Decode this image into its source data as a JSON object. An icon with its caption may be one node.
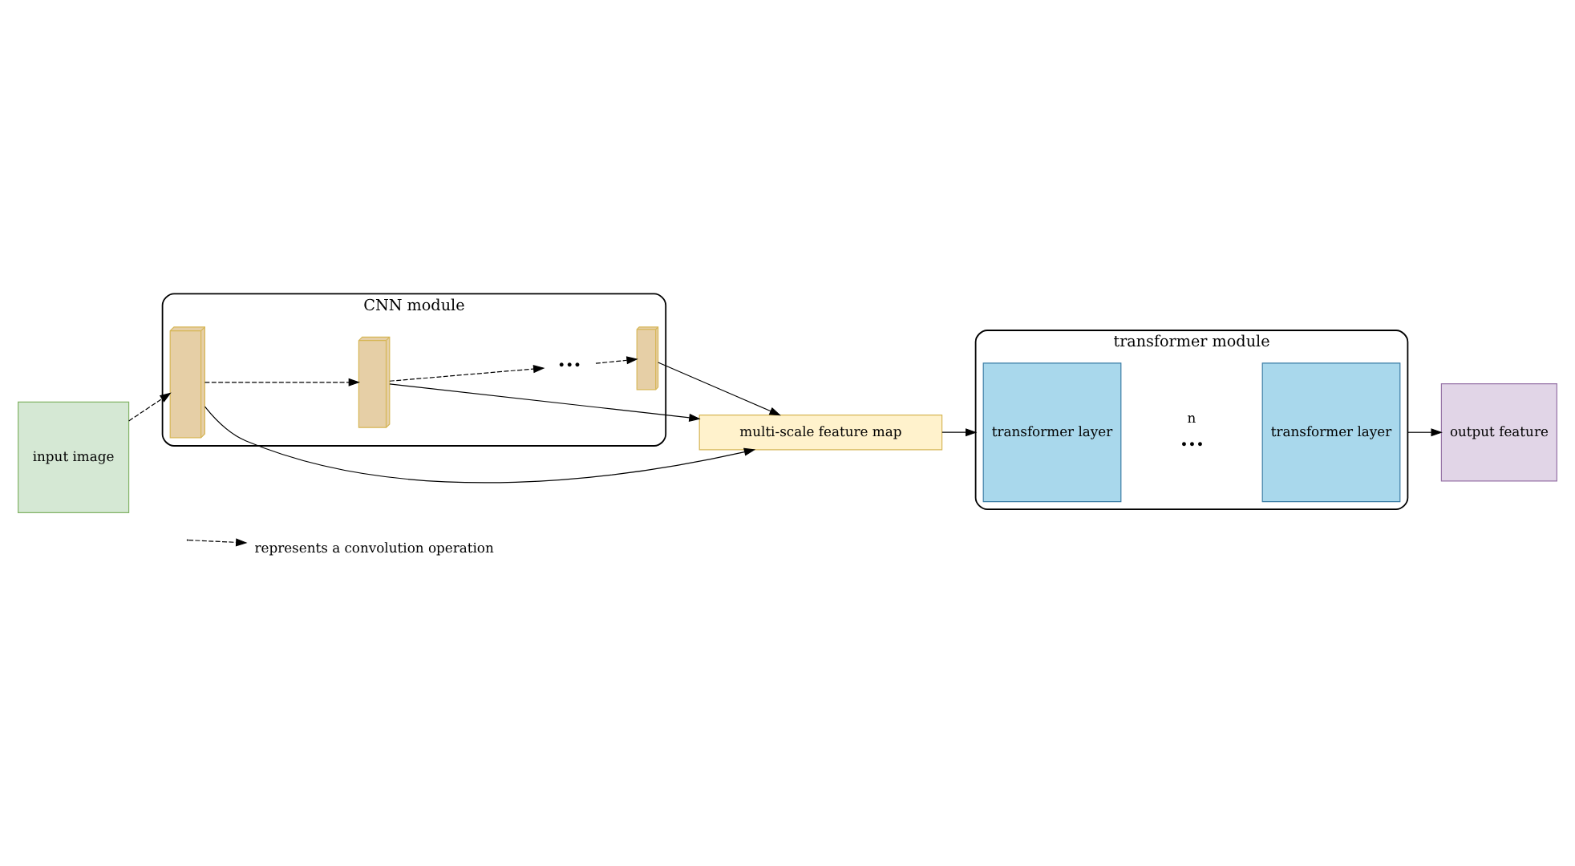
{
  "diagram": {
    "nodes": [
      {
        "text": [
          "input image"
        ]
      },
      {
        "text": [
          "CNN module"
        ]
      },
      {
        "text": [],
        "shape": "box",
        "in": 1
      },
      {
        "text": [],
        "shape": "box",
        "in": 1
      },
      {
        "text": [
          "•••"
        ],
        "in": 1
      },
      {
        "text": [],
        "shape": "box",
        "in": 1
      },
      {
        "text": [
          "multi-scale feature map"
        ]
      },
      {
        "text": [
          "transformer module"
        ]
      },
      {
        "text": [
          "transformer layer"
        ],
        "in": 7
      },
      {
        "text": [
          "transformer layer"
        ],
        "in": 7
      },
      {
        "text": [
          "output feature"
        ]
      }
    ],
    "edges": [
      {
        "from": 0,
        "to": 2,
        "arrow": "to",
        "style": "dashed"
      },
      {
        "from": 2,
        "to": 3,
        "arrow": "to",
        "style": "dashed"
      },
      {
        "from": 3,
        "to": 4,
        "arrow": "to",
        "style": "dashed"
      },
      {
        "from": 4,
        "to": 5,
        "arrow": "to",
        "style": "dashed"
      },
      {
        "from": 2,
        "to": 6,
        "arrow": "to"
      },
      {
        "from": 3,
        "to": 6,
        "arrow": "to"
      },
      {
        "from": 5,
        "to": 6,
        "arrow": "to"
      },
      {
        "from": 6,
        "to": 7,
        "arrow": "to"
      },
      {
        "from": 7,
        "to": 10,
        "arrow": "to"
      }
    ],
    "labels": [
      "n",
      "•••"
    ],
    "legend": [
      {
        "text": "represents a convolution operation"
      }
    ]
  }
}
